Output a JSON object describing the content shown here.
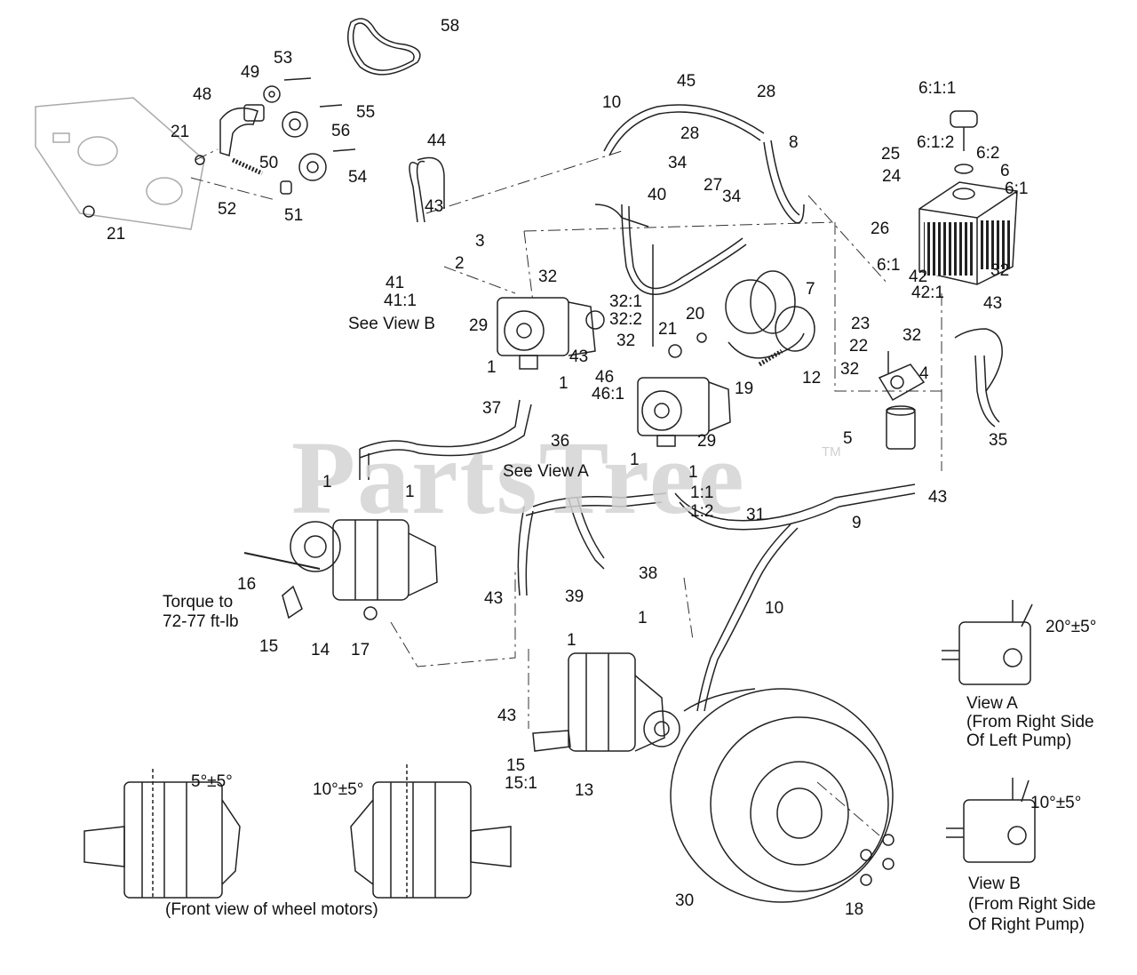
{
  "watermark": {
    "brand": "PartsTree",
    "trademark": "TM"
  },
  "callouts": {
    "n58": "58",
    "n53": "53",
    "n49": "49",
    "n48": "48",
    "n55": "55",
    "n21a": "21",
    "n56": "56",
    "n50": "50",
    "n54": "54",
    "n52": "52",
    "n51": "51",
    "n21b": "21",
    "n44": "44",
    "n43a": "43",
    "n41": "41",
    "n41_1": "41:1",
    "n3": "3",
    "n2": "2",
    "n32a": "32",
    "n29a": "29",
    "n10a": "10",
    "n45": "45",
    "n28a": "28",
    "n28b": "28",
    "n8": "8",
    "n34a": "34",
    "n27": "27",
    "n34b": "34",
    "n40": "40",
    "n32_1": "32:1",
    "n32_2": "32:2",
    "n32b": "32",
    "n43b": "43",
    "n20": "20",
    "n21c": "21",
    "n7": "7",
    "n12": "12",
    "n1a": "1",
    "n1b": "1",
    "n37": "37",
    "n36": "36",
    "n46": "46",
    "n46_1": "46:1",
    "n19": "19",
    "n29b": "29",
    "n6_1_1": "6:1:1",
    "n6_1_2": "6:1:2",
    "n25": "25",
    "n24": "24",
    "n6_2": "6:2",
    "n6": "6",
    "n6_1a": "6:1",
    "n26": "26",
    "n6_1b": "6:1",
    "n42": "42",
    "n42_1": "42:1",
    "n32c": "32",
    "n43c": "43",
    "n23": "23",
    "n22": "22",
    "n32d": "32",
    "n32e": "32",
    "n4": "4",
    "n5": "5",
    "n35": "35",
    "n1c": "1",
    "n1d": "1",
    "n1e": "1",
    "n1f": "1",
    "n1_1": "1:1",
    "n1_2": "1:2",
    "n31": "31",
    "n9": "9",
    "n43d": "43",
    "n16": "16",
    "n15a": "15",
    "n14": "14",
    "n17": "17",
    "n43e": "43",
    "n39": "39",
    "n38": "38",
    "n10b": "10",
    "n1g": "1",
    "n1h": "1",
    "n43f": "43",
    "n15b": "15",
    "n15_1": "15:1",
    "n13": "13",
    "n30": "30",
    "n18": "18"
  },
  "labels": {
    "see_view_b": "See View B",
    "see_view_a": "See View A",
    "torque_line1": "Torque to",
    "torque_line2": "72-77 ft-lb",
    "view_a_title": "View A",
    "view_a_line2": "(From Right Side",
    "view_a_line3": "Of Left Pump)",
    "view_a_angle": "20°±5°",
    "view_b_title": "View B",
    "view_b_line2": "(From Right Side",
    "view_b_line3": "Of Right Pump)",
    "view_b_angle": "10°±5°",
    "motor_left_angle": "5°±5°",
    "motor_right_angle": "10°±5°",
    "motors_caption": "(Front view of wheel motors)"
  }
}
